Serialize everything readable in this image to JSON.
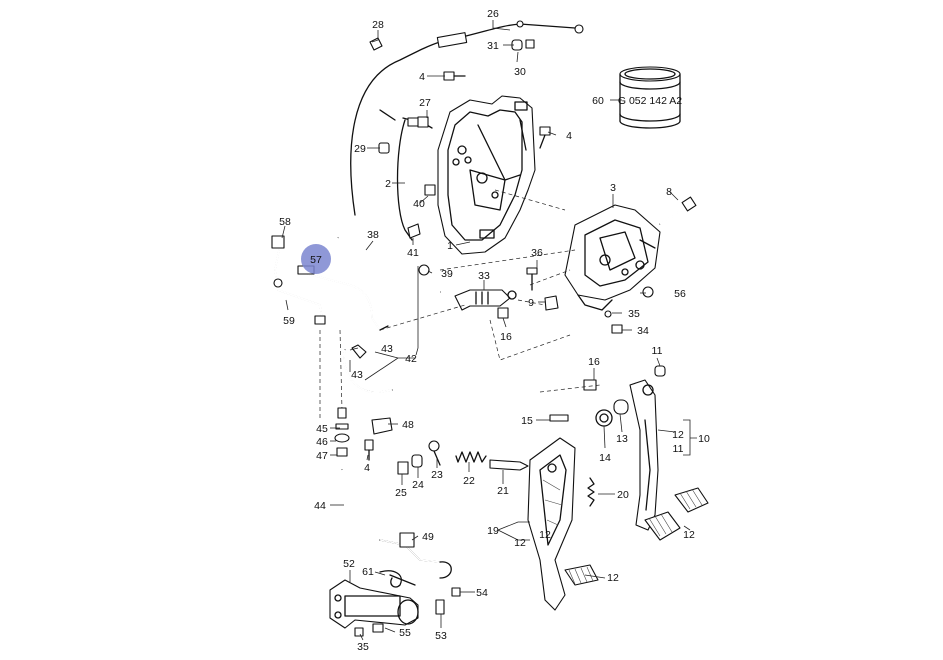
{
  "callouts": {
    "n1": "1",
    "n2": "2",
    "n3": "3",
    "n4a": "4",
    "n4b": "4",
    "n4c": "4",
    "n8": "8",
    "n9": "9",
    "n10": "10",
    "n11a": "11",
    "n11b": "11",
    "n12a": "12",
    "n12b": "12",
    "n12c": "12",
    "n12d": "12",
    "n12e": "12",
    "n13": "13",
    "n14": "14",
    "n15": "15",
    "n16a": "16",
    "n16b": "16",
    "n19": "19",
    "n20": "20",
    "n21": "21",
    "n22": "22",
    "n23": "23",
    "n24": "24",
    "n25": "25",
    "n26": "26",
    "n27": "27",
    "n28": "28",
    "n29": "29",
    "n30": "30",
    "n31": "31",
    "n33": "33",
    "n34": "34",
    "n35a": "35",
    "n35b": "35",
    "n36": "36",
    "n38": "38",
    "n39": "39",
    "n40": "40",
    "n41": "41",
    "n42": "42",
    "n43a": "43",
    "n43b": "43",
    "n44": "44",
    "n45": "45",
    "n46": "46",
    "n47": "47",
    "n48": "48",
    "n49": "49",
    "n52": "52",
    "n53": "53",
    "n54": "54",
    "n55": "55",
    "n56": "56",
    "n58": "58",
    "n59": "59",
    "n60": "60",
    "n61": "61"
  },
  "highlight": {
    "label": "57",
    "color": "#7b86d0"
  },
  "sleeve_text": "G 052 142 A2"
}
